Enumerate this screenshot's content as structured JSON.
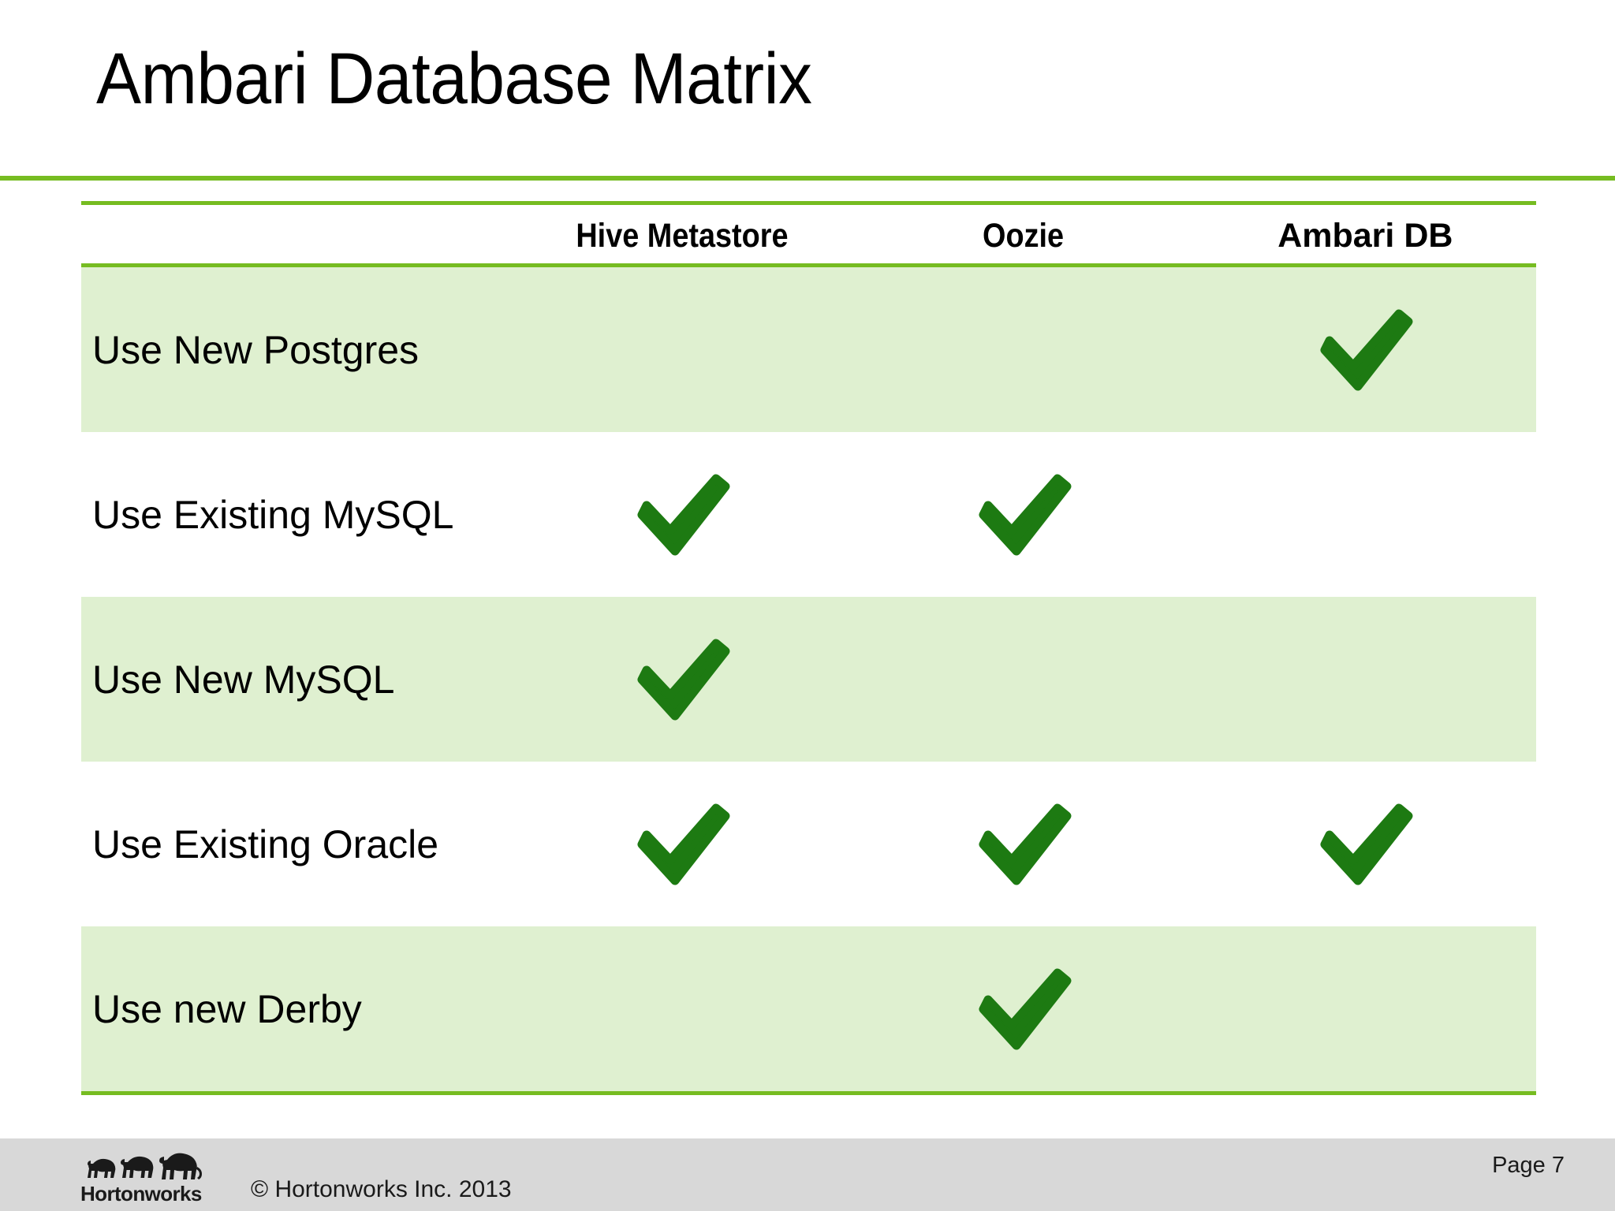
{
  "slide": {
    "title": "Ambari Database Matrix",
    "accent_color": "#76bc21",
    "check_color": "#1d7a12",
    "shaded_row_color": "#dff0d0",
    "footer_band_color": "#d8d8d8"
  },
  "table": {
    "row_header_label": "",
    "columns": [
      {
        "key": "hive_metastore",
        "label": "Hive Metastore"
      },
      {
        "key": "oozie",
        "label": "Oozie"
      },
      {
        "key": "ambari_db",
        "label": "Ambari DB"
      }
    ],
    "rows": [
      {
        "label": "Use New Postgres",
        "shaded": true,
        "cells": [
          false,
          false,
          true
        ]
      },
      {
        "label": "Use Existing MySQL",
        "shaded": false,
        "cells": [
          true,
          true,
          false
        ]
      },
      {
        "label": "Use New MySQL",
        "shaded": true,
        "cells": [
          true,
          false,
          false
        ]
      },
      {
        "label": "Use Existing Oracle",
        "shaded": false,
        "cells": [
          true,
          true,
          true
        ]
      },
      {
        "label": "Use new Derby",
        "shaded": true,
        "cells": [
          false,
          true,
          false
        ]
      }
    ]
  },
  "footer": {
    "logo_wordmark": "Hortonworks",
    "copyright": "© Hortonworks Inc. 2013",
    "page": "Page 7"
  }
}
